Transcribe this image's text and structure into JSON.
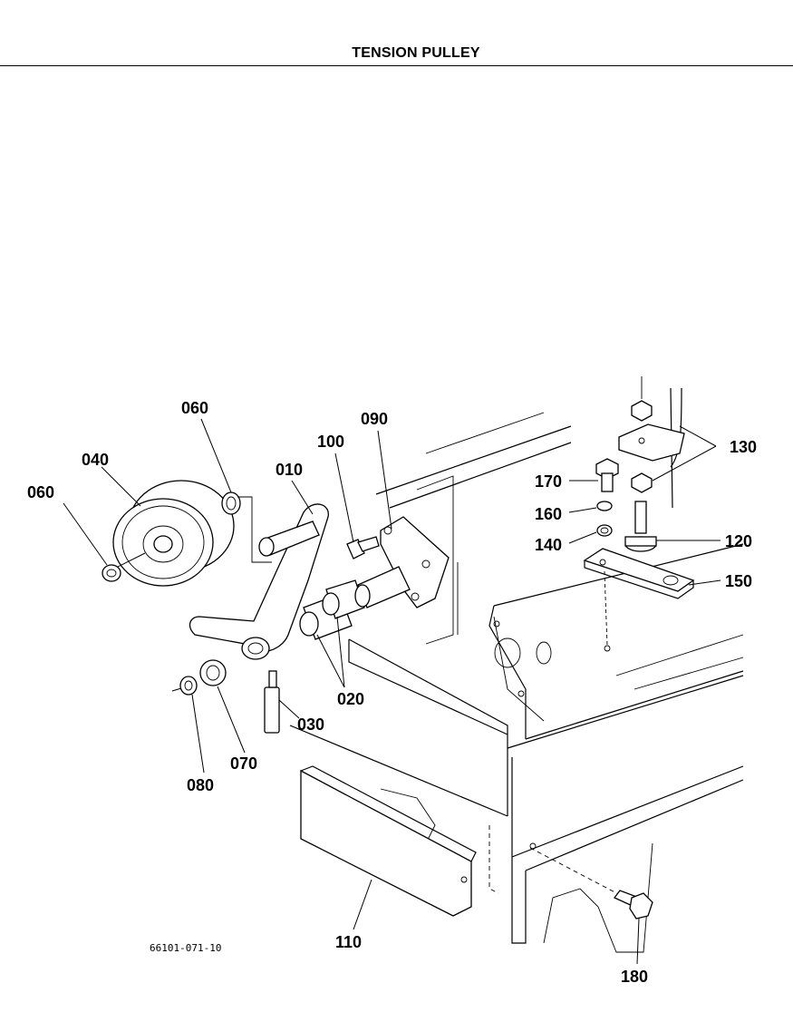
{
  "header": {
    "title": "TENSION PULLEY"
  },
  "drawing_code": "66101-071-10",
  "callouts": {
    "p010": "010",
    "p020": "020",
    "p030": "030",
    "p040": "040",
    "p060a": "060",
    "p060b": "060",
    "p070": "070",
    "p080": "080",
    "p090": "090",
    "p100": "100",
    "p110": "110",
    "p120": "120",
    "p130": "130",
    "p140": "140",
    "p150": "150",
    "p160": "160",
    "p170": "170",
    "p180": "180"
  },
  "colors": {
    "ink": "#000000",
    "paper": "#ffffff"
  }
}
